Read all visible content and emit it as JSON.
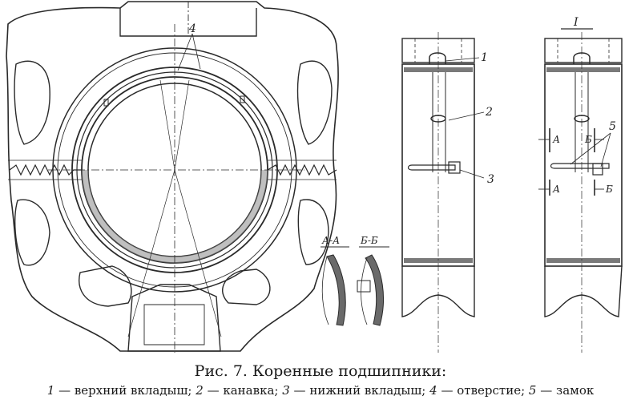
{
  "figure": {
    "caption_title": "Рис. 7. Коренные подшипники:",
    "legend": [
      {
        "num": "1",
        "text": "верхний вкладыш;"
      },
      {
        "num": "2",
        "text": "канавка;"
      },
      {
        "num": "3",
        "text": "нижний вкладыш;"
      },
      {
        "num": "4",
        "text": "отверстие;"
      },
      {
        "num": "5",
        "text": "замок"
      }
    ],
    "dash": "—",
    "labels": {
      "callout_4": "4",
      "callout_1": "1",
      "callout_2": "2",
      "callout_3": "3",
      "callout_5": "5",
      "view_I": "I",
      "section_aa": "А-А",
      "section_bb": "Б-Б",
      "cut_a_top": "А",
      "cut_a_bottom": "А",
      "cut_b_top": "Б",
      "cut_b_bottom": "Б"
    }
  }
}
